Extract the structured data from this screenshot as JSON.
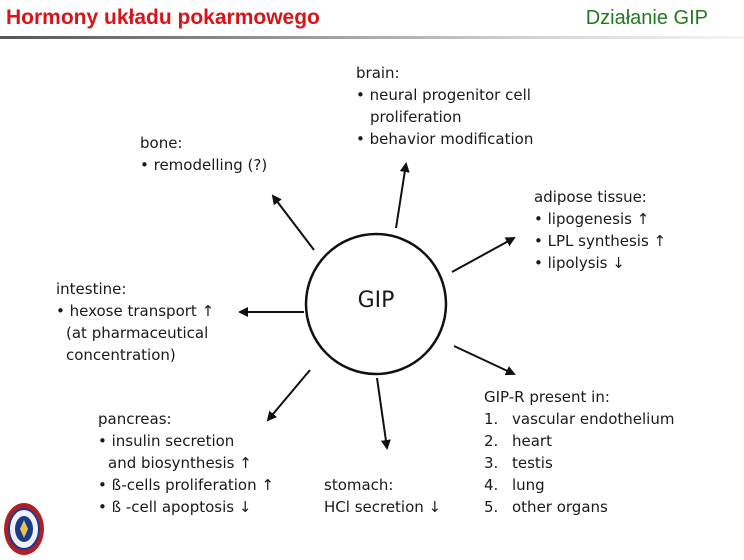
{
  "header": {
    "title": "Hormony układu pokarmowego",
    "subtitle": "Działanie GIP"
  },
  "center": {
    "label": "GIP"
  },
  "colors": {
    "title": "#d8141b",
    "subtitle": "#1f7a1f",
    "text": "#1a1a1a"
  },
  "targets": {
    "brain": {
      "heading": "brain:",
      "items": [
        "• neural progenitor cell",
        "   proliferation",
        "• behavior modification"
      ]
    },
    "bone": {
      "heading": "bone:",
      "items": [
        "• remodelling (?)"
      ]
    },
    "adipose": {
      "heading": "adipose tissue:",
      "items": [
        "• lipogenesis ↑",
        "• LPL synthesis ↑",
        "• lipolysis ↓"
      ]
    },
    "intestine": {
      "heading": "intestine:",
      "items": [
        "• hexose transport ↑",
        "  (at pharmaceutical",
        "  concentration)"
      ]
    },
    "gipr": {
      "heading": "GIP-R present in:",
      "items": [
        {
          "num": "1.",
          "text": "vascular endothelium"
        },
        {
          "num": "2.",
          "text": "heart"
        },
        {
          "num": "3.",
          "text": "testis"
        },
        {
          "num": "4.",
          "text": "lung"
        },
        {
          "num": "5.",
          "text": "other organs"
        }
      ]
    },
    "pancreas": {
      "heading": "pancreas:",
      "items": [
        "• insulin secretion",
        "  and biosynthesis ↑",
        "• ß-cells proliferation ↑",
        "• ß -cell apoptosis ↓"
      ]
    },
    "stomach": {
      "heading": "stomach:",
      "items": [
        "HCl secretion ↓"
      ]
    }
  }
}
